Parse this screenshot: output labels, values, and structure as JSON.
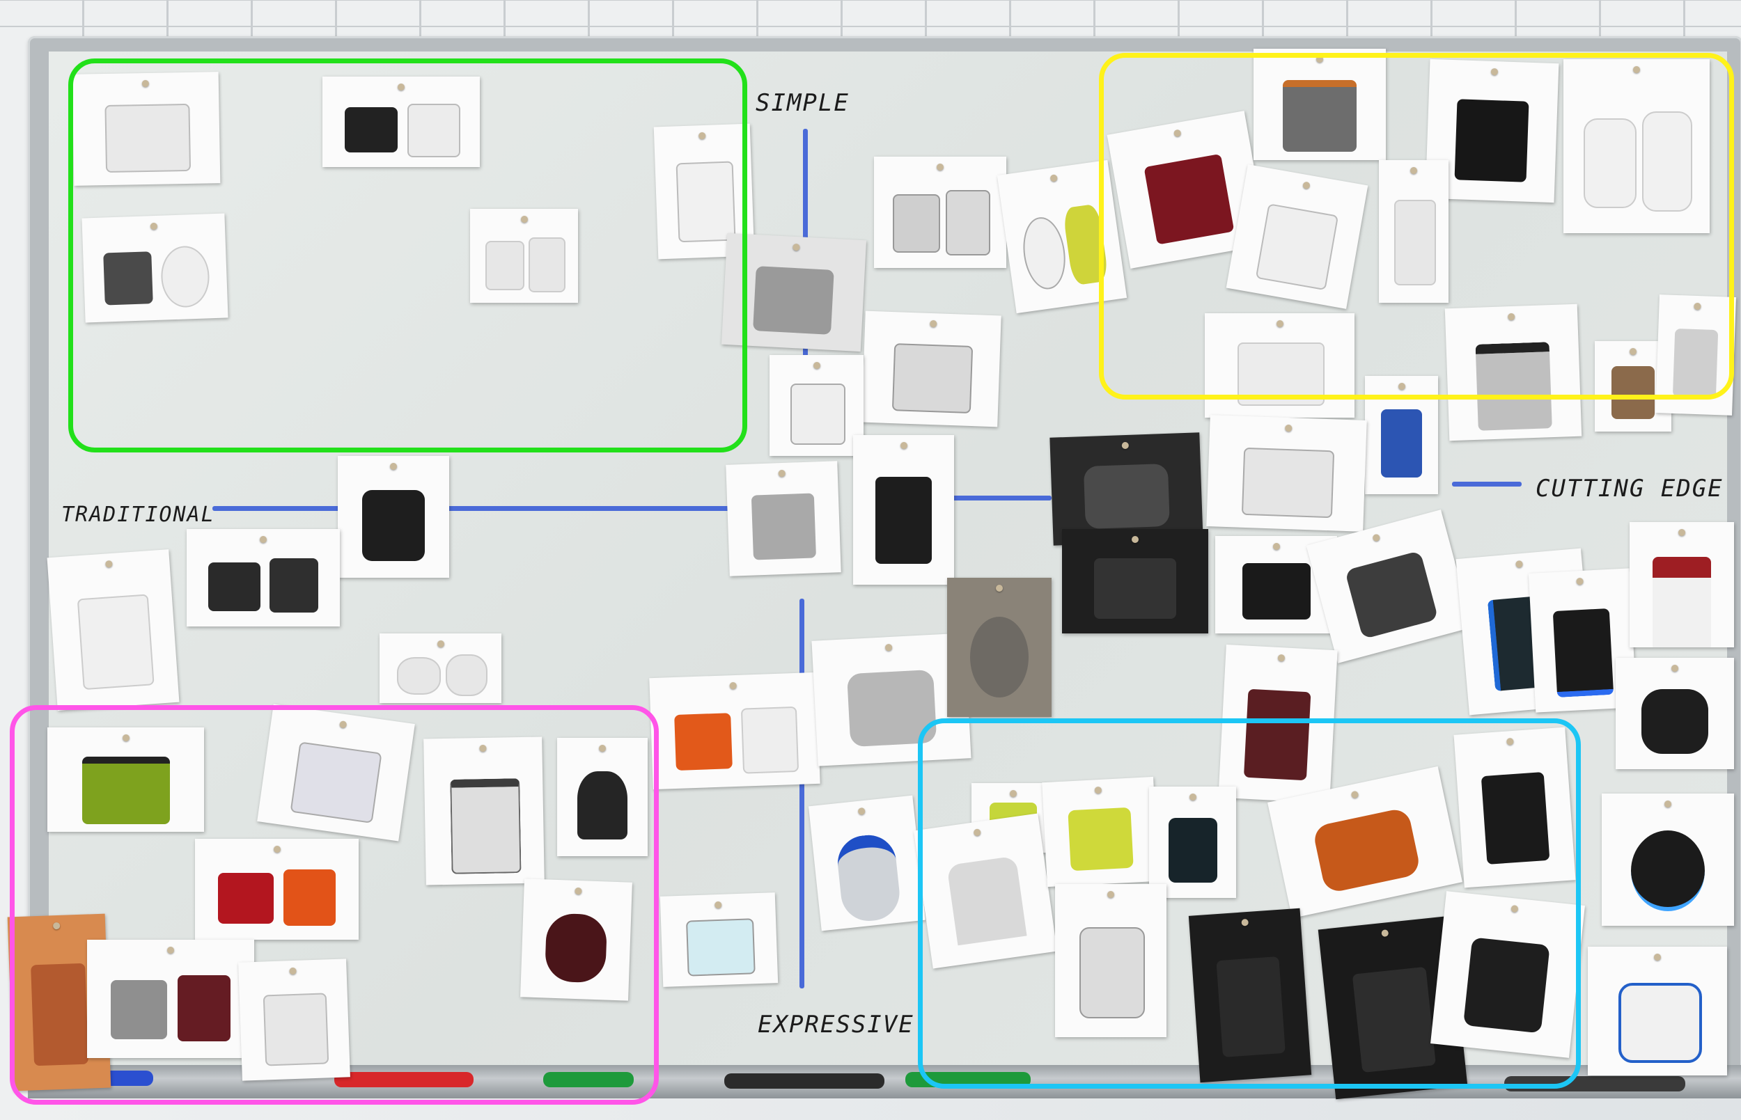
{
  "labels": {
    "top": "SIMPLE",
    "left": "TRADITIONAL",
    "right": "CUTTING EDGE",
    "bottom": "EXPRESSIVE"
  },
  "zone_colors": {
    "green": "#22e01a",
    "yellow": "#fff21a",
    "magenta": "#ff55e8",
    "cyan": "#1cc6f5"
  },
  "axis_color": "#2f55d6"
}
